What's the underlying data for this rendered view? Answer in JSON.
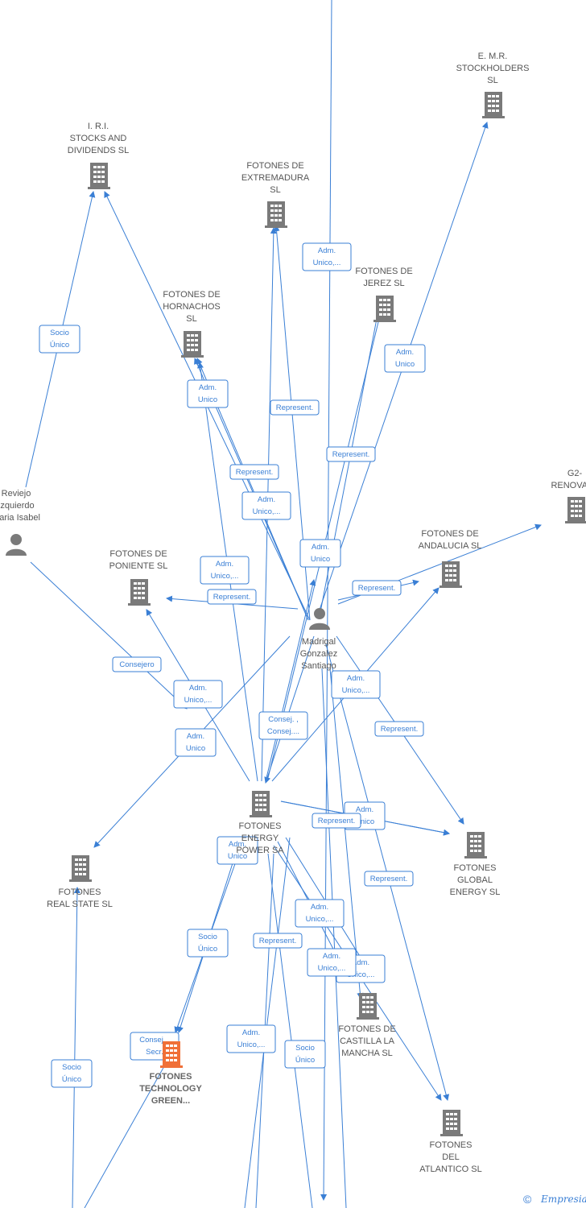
{
  "brand": {
    "copyright": "©",
    "name": "Empresia"
  },
  "nodes": [
    {
      "id": "emr",
      "type": "company",
      "lines": [
        "E. M.R.",
        "STOCKHOLDERS",
        "SL"
      ]
    },
    {
      "id": "iri",
      "type": "company",
      "lines": [
        "I. R.I.",
        "STOCKS AND",
        "DIVIDENDS SL"
      ]
    },
    {
      "id": "extremadura",
      "type": "company",
      "lines": [
        "FOTONES DE",
        "EXTREMADURA",
        "SL"
      ]
    },
    {
      "id": "jerez",
      "type": "company",
      "lines": [
        "FOTONES DE",
        "JEREZ SL"
      ]
    },
    {
      "id": "hornachos",
      "type": "company",
      "lines": [
        "FOTONES DE",
        "HORNACHOS",
        "SL"
      ]
    },
    {
      "id": "g2",
      "type": "company",
      "lines": [
        "G2-",
        "RENOVABL"
      ]
    },
    {
      "id": "andalucia",
      "type": "company",
      "lines": [
        "FOTONES DE",
        "ANDALUCIA SL"
      ]
    },
    {
      "id": "reviejo",
      "type": "person",
      "lines": [
        "Reviejo",
        "Izquierdo",
        "Maria Isabel"
      ]
    },
    {
      "id": "poniente",
      "type": "company",
      "lines": [
        "FOTONES DE",
        "PONIENTE SL"
      ]
    },
    {
      "id": "madrigal",
      "type": "person",
      "lines": [
        "Madrigal",
        "Gonzalez",
        "Santiago"
      ]
    },
    {
      "id": "energy",
      "type": "company",
      "lines": [
        "FOTONES",
        "ENERGY",
        "POWER SA"
      ]
    },
    {
      "id": "realstate",
      "type": "company",
      "lines": [
        "FOTONES",
        "REAL STATE SL"
      ]
    },
    {
      "id": "global",
      "type": "company",
      "lines": [
        "FOTONES",
        "GLOBAL",
        "ENERGY SL"
      ]
    },
    {
      "id": "technology",
      "type": "focus",
      "lines": [
        "FOTONES",
        "TECHNOLOGY",
        "GREEN..."
      ]
    },
    {
      "id": "castilla",
      "type": "company",
      "lines": [
        "FOTONES DE",
        "CASTILLA LA",
        "MANCHA SL"
      ]
    },
    {
      "id": "atlantico",
      "type": "company",
      "lines": [
        "FOTONES",
        "DEL",
        "ATLANTICO SL"
      ]
    }
  ],
  "edges": [
    {
      "from": "offtop1",
      "to": "jerez",
      "lines": []
    },
    {
      "from": "reviejo",
      "to": "iri",
      "lines": [
        "Socio",
        "Único"
      ]
    },
    {
      "from": "reviejo",
      "to": "energy",
      "lines": [
        "Consejero"
      ]
    },
    {
      "from": "madrigal",
      "to": "emr",
      "lines": [
        "Adm.",
        "Unico"
      ]
    },
    {
      "from": "madrigal",
      "to": "iri",
      "lines": []
    },
    {
      "from": "madrigal",
      "to": "extremadura",
      "lines": [
        "Represent."
      ]
    },
    {
      "from": "madrigal",
      "to": "jerez",
      "lines": [
        "Represent."
      ]
    },
    {
      "from": "madrigal",
      "to": "hornachos",
      "lines": [
        "Adm.",
        "Unico"
      ]
    },
    {
      "from": "madrigal",
      "to": "hornachos2",
      "lines": [
        "Represent."
      ]
    },
    {
      "from": "madrigal",
      "to": "g2",
      "lines": []
    },
    {
      "from": "madrigal",
      "to": "andalucia",
      "lines": [
        "Represent."
      ]
    },
    {
      "from": "madrigal",
      "to": "poniente",
      "lines": [
        "Represent."
      ]
    },
    {
      "from": "madrigal",
      "to": "global",
      "lines": [
        "Represent."
      ]
    },
    {
      "from": "madrigal",
      "to": "atlantico",
      "lines": [
        "Represent."
      ]
    },
    {
      "from": "madrigal",
      "to": "realstate",
      "lines": [
        "Adm.",
        "Unico"
      ]
    },
    {
      "from": "madrigal",
      "to": "energy",
      "lines": [
        "Consej. ,",
        "Consej...."
      ]
    },
    {
      "from": "madrigal",
      "to": "offbottom2",
      "lines": []
    },
    {
      "from": "madrigal",
      "to": "offbottom3",
      "lines": []
    },
    {
      "from": "energy",
      "to": "extremadura",
      "lines": [
        "Adm.",
        "Unico,..."
      ]
    },
    {
      "from": "energy",
      "to": "hornachos",
      "lines": [
        "Adm.",
        "Unico,..."
      ]
    },
    {
      "from": "energy",
      "to": "jerez",
      "lines": [
        "Adm.",
        "Unico"
      ]
    },
    {
      "from": "energy",
      "to": "andalucia",
      "lines": [
        "Adm.",
        "Unico,..."
      ]
    },
    {
      "from": "energy",
      "to": "g2b",
      "lines": [
        "Adm.",
        "Unico,..."
      ]
    },
    {
      "from": "energy",
      "to": "poniente",
      "lines": [
        "Adm.",
        "Unico,..."
      ]
    },
    {
      "from": "energy",
      "to": "global",
      "lines": [
        "Adm.",
        "Unico"
      ]
    },
    {
      "from": "energy",
      "to": "castilla",
      "lines": [
        "Adm.",
        "Unico,..."
      ]
    },
    {
      "from": "energy",
      "to": "atlantico",
      "lines": [
        "Adm.",
        "Unico,..."
      ]
    },
    {
      "from": "energy",
      "to": "atlantico2",
      "lines": [
        "Adm.",
        "Unico,..."
      ]
    },
    {
      "from": "energy",
      "to": "technology",
      "lines": [
        "Socio",
        "Único"
      ]
    },
    {
      "from": "energy",
      "to": "technology2",
      "lines": [
        "Adm.",
        "Unico"
      ]
    },
    {
      "from": "energy",
      "to": "offbottom4",
      "lines": [
        "Socio",
        "Único"
      ]
    },
    {
      "from": "offbottom5",
      "to": "technology",
      "lines": [
        "Consej. ,",
        "Secr."
      ]
    },
    {
      "from": "offbottom1",
      "to": "realstate",
      "lines": [
        "Socio",
        "Único"
      ]
    },
    {
      "from": "offbottom6",
      "to": "energy",
      "lines": [
        "Represent."
      ]
    },
    {
      "from": "offbottom7",
      "to": "energy",
      "lines": [
        "Adm.",
        "Unico,..."
      ]
    },
    {
      "from": "energy",
      "to": "global2",
      "lines": [
        "Represent."
      ]
    }
  ]
}
